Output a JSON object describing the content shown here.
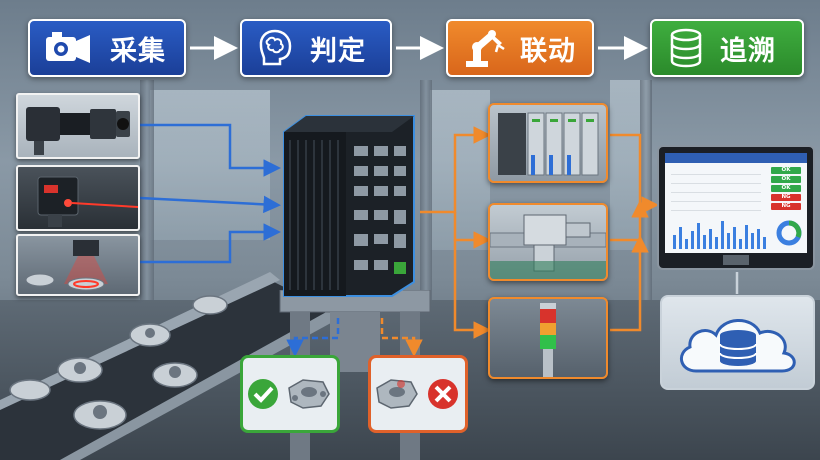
{
  "stages": [
    {
      "label": "采集",
      "icon": "camera-icon",
      "color": "#1f49ad"
    },
    {
      "label": "判定",
      "icon": "brain-icon",
      "color": "#1f49ad"
    },
    {
      "label": "联动",
      "icon": "robot-arm-icon",
      "color": "#e57421"
    },
    {
      "label": "追溯",
      "icon": "database-icon",
      "color": "#35a035"
    }
  ],
  "sensors": [
    {
      "icon": "industrial-camera-icon"
    },
    {
      "icon": "laser-sensor-icon"
    },
    {
      "icon": "vision-inspection-icon"
    }
  ],
  "controller": {
    "icon": "industrial-pc-icon"
  },
  "outputs": [
    {
      "icon": "plc-module-icon"
    },
    {
      "icon": "pneumatic-actuator-icon"
    },
    {
      "icon": "signal-tower-light-icon"
    }
  ],
  "results": [
    {
      "status": "pass",
      "icon": "check-icon",
      "color": "#3aa63a"
    },
    {
      "status": "fail",
      "icon": "cross-icon",
      "color": "#e0612a"
    }
  ],
  "dashboard": {
    "badges": [
      "OK",
      "OK",
      "OK",
      "NG",
      "NG"
    ]
  },
  "storage": {
    "icon": "cloud-database-icon"
  },
  "colors": {
    "blue": "#1f49ad",
    "orange": "#e57421",
    "green": "#35a035",
    "arrow_blue": "#2d6ed6",
    "arrow_orange": "#f08a2c"
  }
}
